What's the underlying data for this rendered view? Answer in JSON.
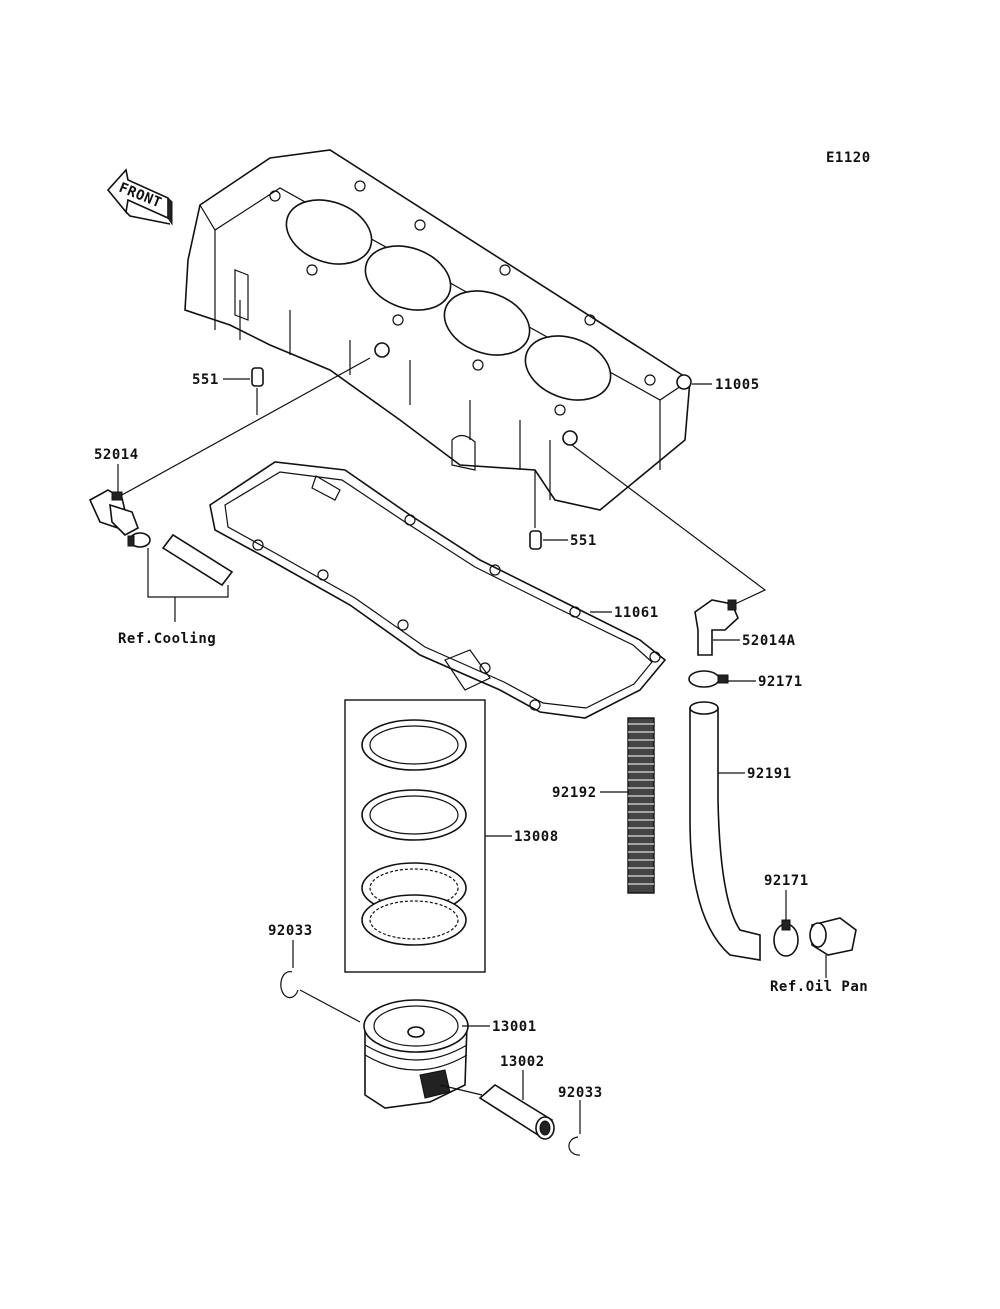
{
  "diagram": {
    "code": "E1120",
    "front_label": "FRONT",
    "parts": {
      "p11005": "11005",
      "p551a": "551",
      "p551b": "551",
      "p52014": "52014",
      "p11061": "11061",
      "p52014A": "52014A",
      "p92171a": "92171",
      "p92191": "92191",
      "p92192": "92192",
      "p13008": "13008",
      "p92171b": "92171",
      "p92033a": "92033",
      "p13001": "13001",
      "p13002": "13002",
      "p92033b": "92033"
    },
    "refs": {
      "cooling": "Ref.Cooling",
      "oil_pan": "Ref.Oil Pan"
    }
  }
}
